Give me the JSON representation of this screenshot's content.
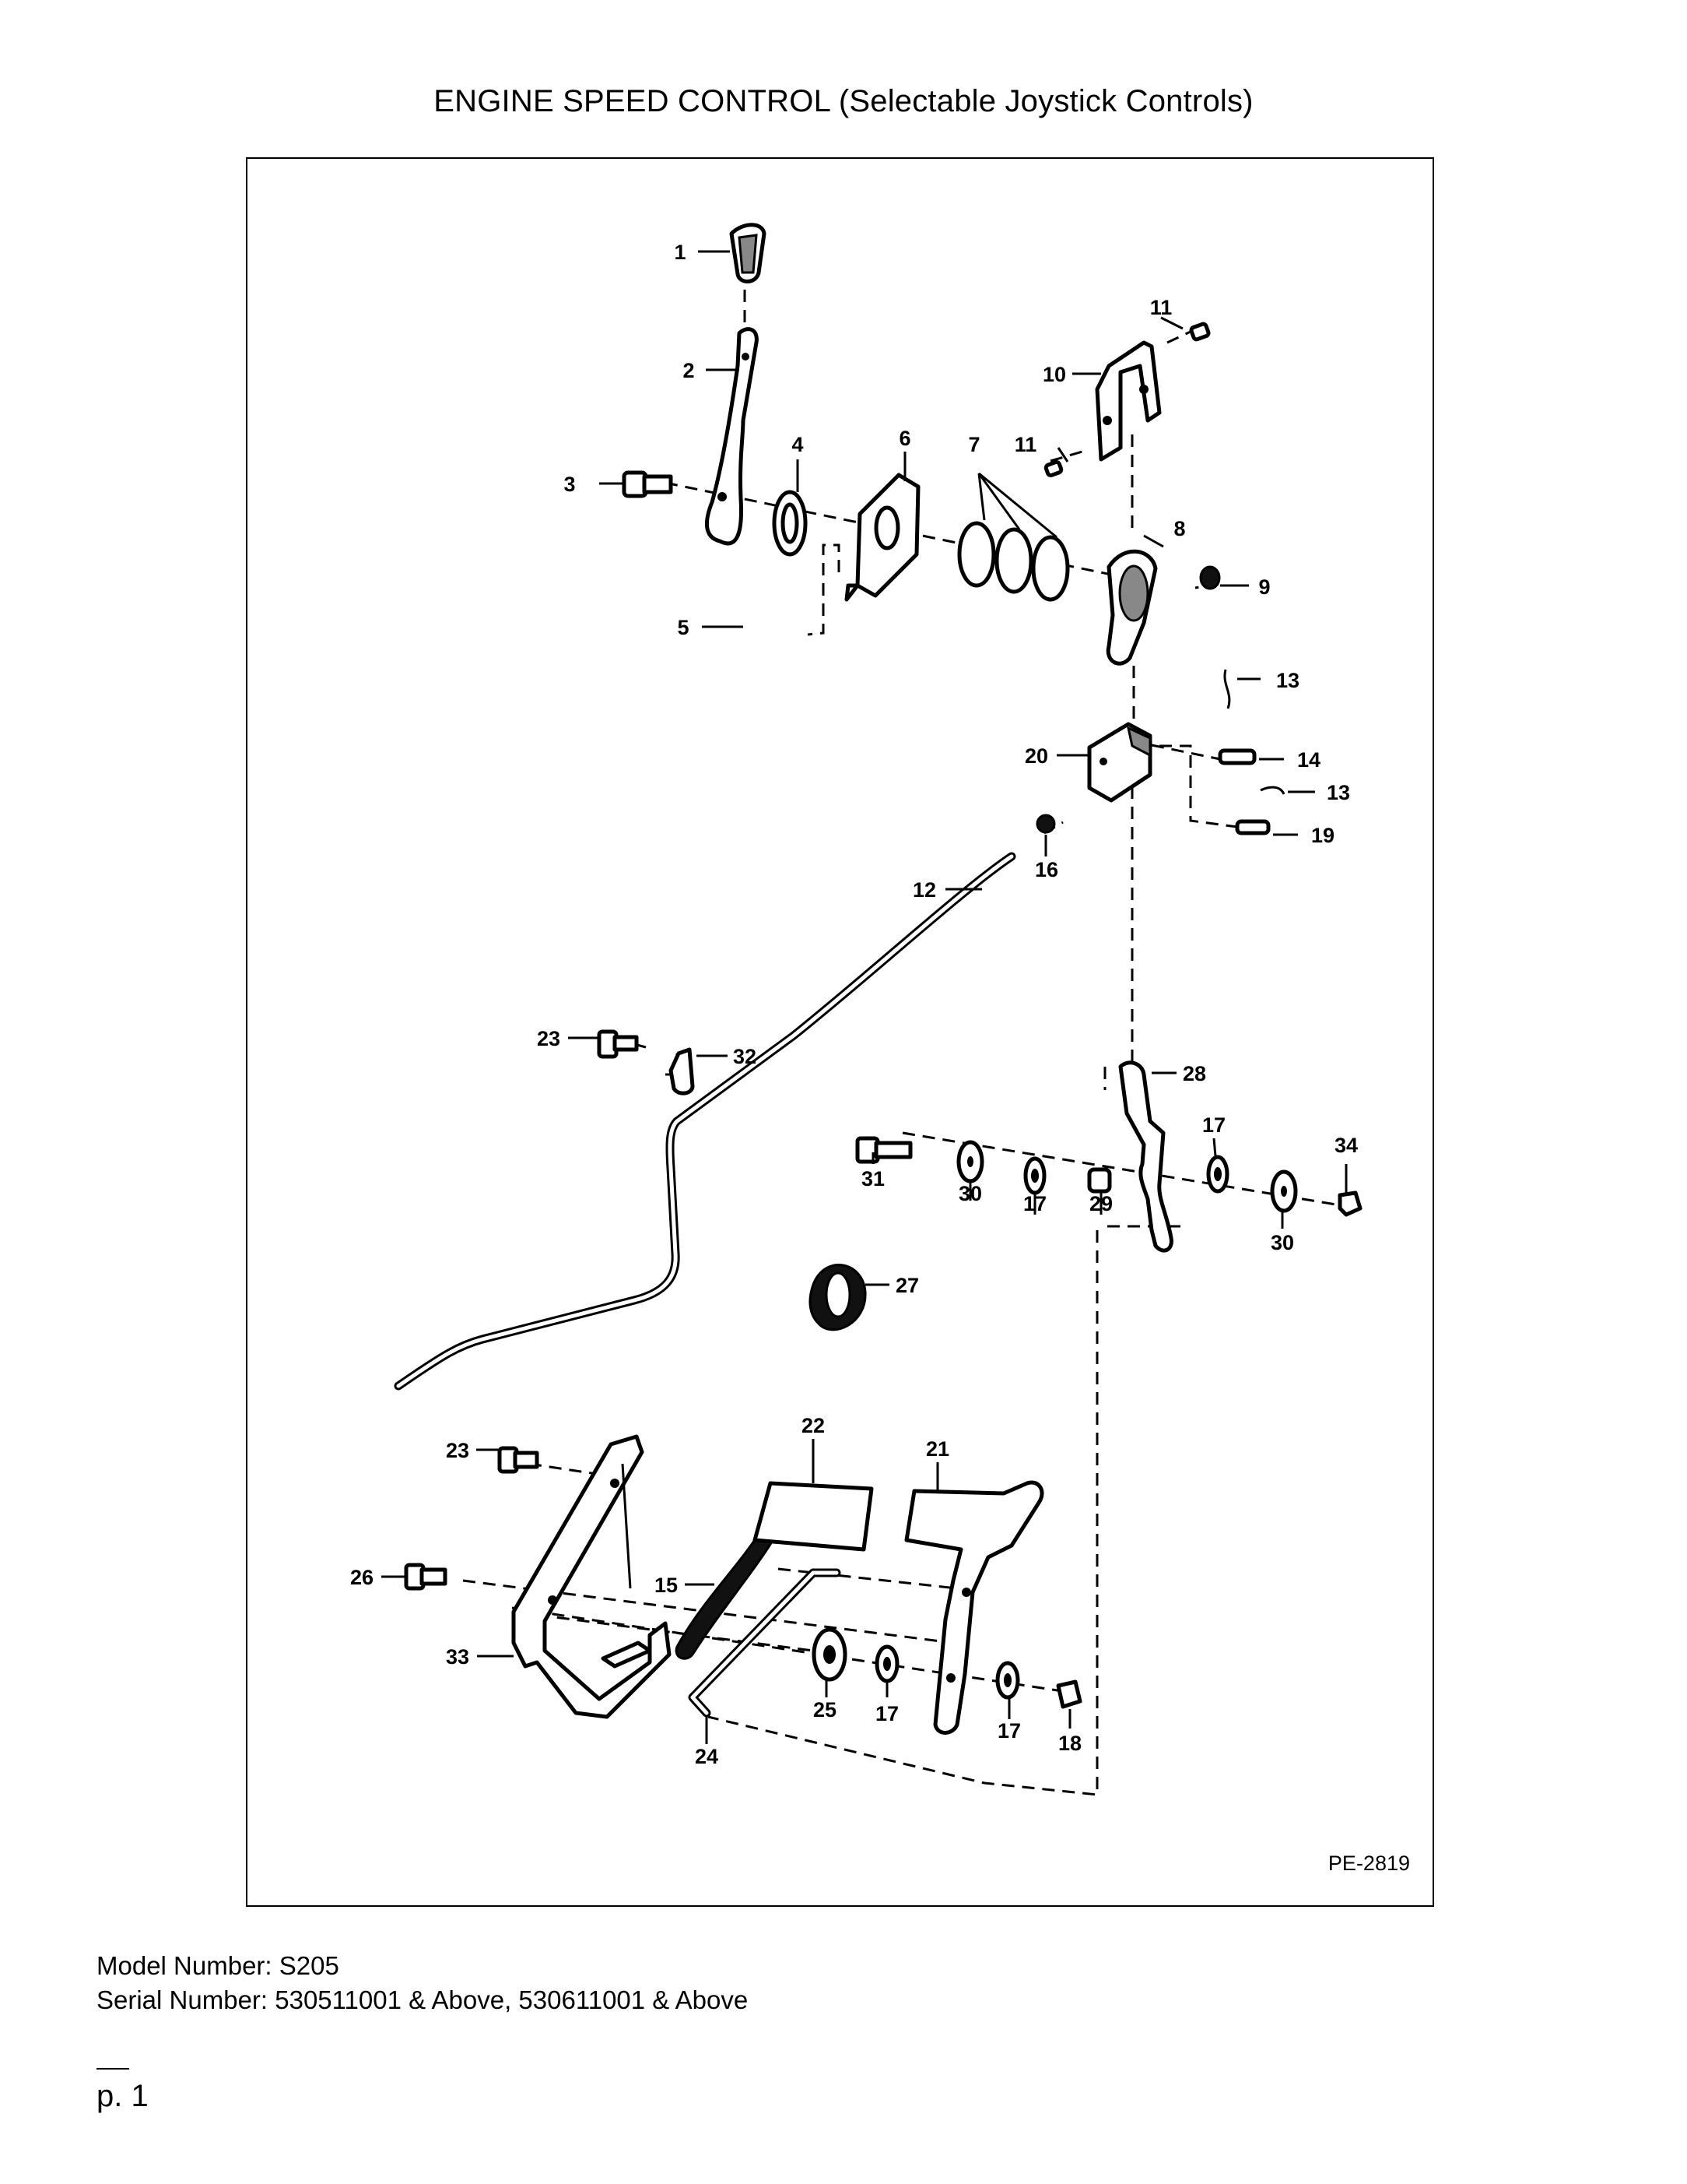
{
  "title": "ENGINE SPEED CONTROL (Selectable Joystick Controls)",
  "diagram": {
    "reference_code": "PE-2819",
    "callouts": [
      "1",
      "2",
      "3",
      "4",
      "5",
      "6",
      "7",
      "8",
      "9",
      "10",
      "11",
      "12",
      "13",
      "14",
      "15",
      "16",
      "17",
      "18",
      "19",
      "20",
      "21",
      "22",
      "23",
      "24",
      "25",
      "26",
      "27",
      "28",
      "29",
      "30",
      "31",
      "32",
      "33",
      "34"
    ]
  },
  "footer": {
    "model_number": "Model Number: S205",
    "serial_number": "Serial Number: 530511001 & Above, 530611001 & Above",
    "page_number": "p. 1"
  }
}
